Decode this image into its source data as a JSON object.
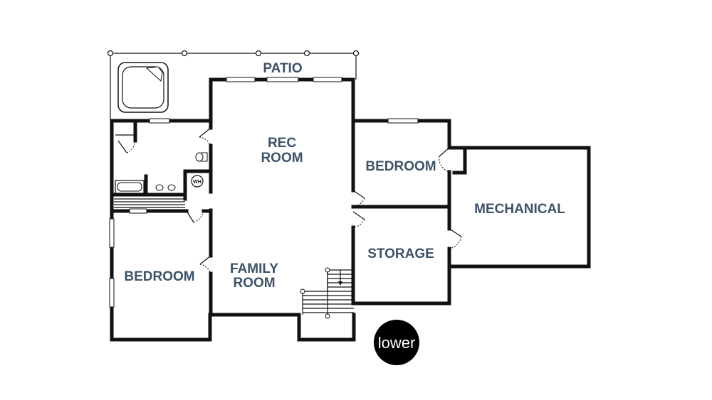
{
  "rooms": {
    "patio": "PATIO",
    "rec_room_line1": "REC",
    "rec_room_line2": "ROOM",
    "bedroom_right": "BEDROOM",
    "mechanical": "MECHANICAL",
    "storage": "STORAGE",
    "family_room_line1": "FAMILY",
    "family_room_line2": "ROOM",
    "bedroom_left": "BEDROOM"
  },
  "fixtures": {
    "water_heater": "WH"
  },
  "badge": {
    "label": "lower",
    "color": "#000000"
  },
  "colors": {
    "label": "#3d5268",
    "wall": "#111111"
  }
}
